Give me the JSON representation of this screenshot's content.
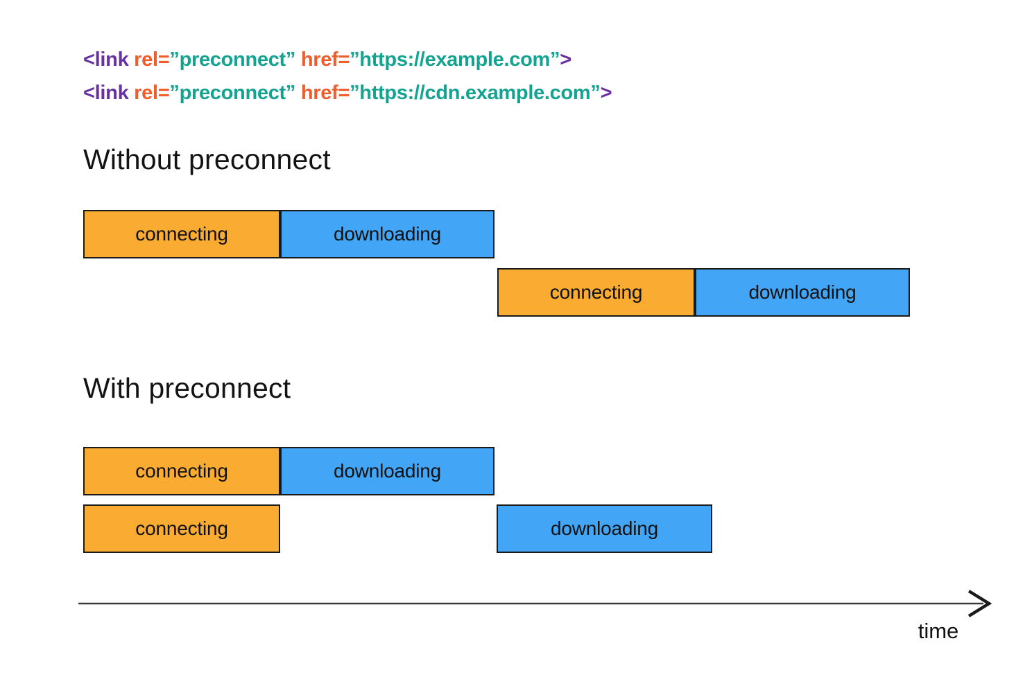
{
  "code": {
    "lines": [
      {
        "tokens": [
          {
            "text": "<link",
            "color": "purple"
          },
          {
            "text": " rel=",
            "color": "orange"
          },
          {
            "text": "”preconnect”",
            "color": "teal"
          },
          {
            "text": " href=",
            "color": "orange"
          },
          {
            "text": "”https://example.com”",
            "color": "teal"
          },
          {
            "text": ">",
            "color": "purple"
          }
        ]
      },
      {
        "tokens": [
          {
            "text": "<link",
            "color": "purple"
          },
          {
            "text": " rel=",
            "color": "orange"
          },
          {
            "text": "”preconnect”",
            "color": "teal"
          },
          {
            "text": " href=",
            "color": "orange"
          },
          {
            "text": "”https://cdn.example.com”",
            "color": "teal"
          },
          {
            "text": ">",
            "color": "purple"
          }
        ]
      }
    ]
  },
  "sections": [
    {
      "title": "Without preconnect",
      "rows": [
        {
          "segments": [
            {
              "label": "connecting"
            },
            {
              "label": "downloading"
            }
          ]
        },
        {
          "segments": [
            {
              "label": "connecting"
            },
            {
              "label": "downloading"
            }
          ]
        }
      ]
    },
    {
      "title": "With preconnect",
      "rows": [
        {
          "segments": [
            {
              "label": "connecting"
            },
            {
              "label": "downloading"
            }
          ]
        },
        {
          "segments": [
            {
              "label": "connecting"
            },
            {
              "label": "downloading"
            }
          ]
        }
      ]
    }
  ],
  "axis": {
    "label": "time"
  },
  "colors": {
    "code_purple": "#6930A3",
    "code_orange": "#F25B2A",
    "code_teal": "#14A390",
    "bar_connecting": "#F9AB32",
    "bar_downloading": "#42A5F5",
    "bar_border": "#1a1a1a",
    "text": "#111111"
  }
}
